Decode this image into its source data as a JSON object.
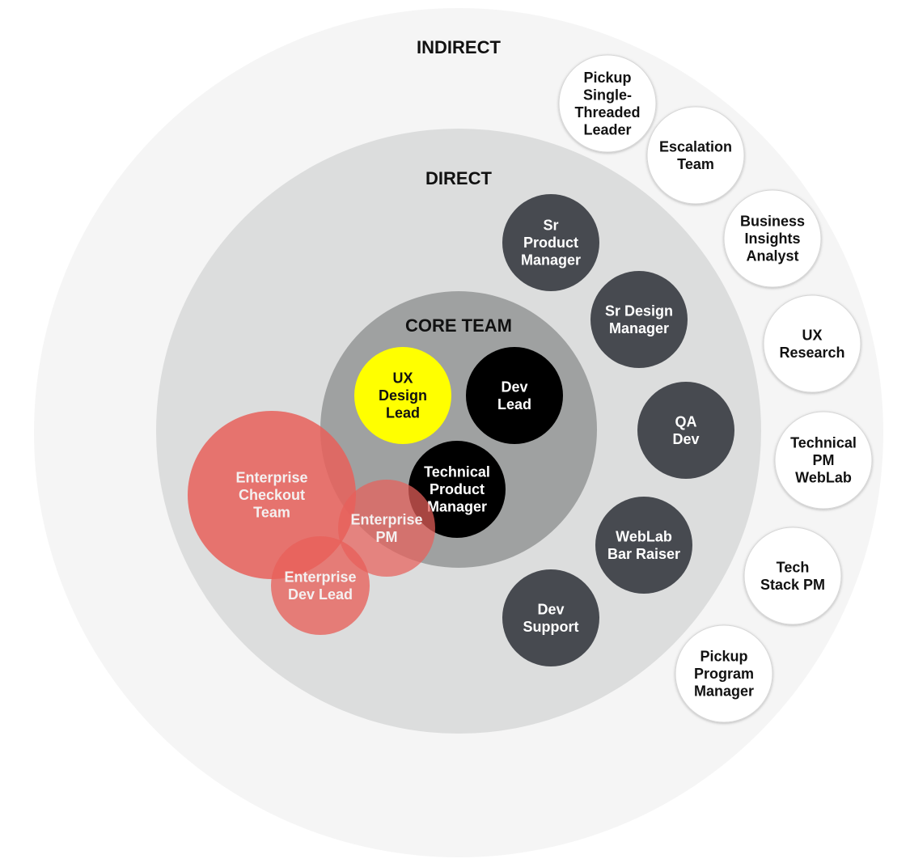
{
  "rings": {
    "indirect": {
      "label": "INDIRECT",
      "color": "#f5f5f5"
    },
    "direct": {
      "label": "DIRECT",
      "color": "#dcdddd"
    },
    "core": {
      "label": "CORE TEAM",
      "color": "#9fa1a1"
    }
  },
  "colors": {
    "white_node": "#ffffff",
    "slate_node": "#474a50",
    "black_node": "#000000",
    "yellow_node": "#ffff00",
    "red_node": "#e8605a"
  },
  "nodes": {
    "pickup_single_threaded_leader": {
      "label": "Pickup\nSingle-\nThreaded\nLeader"
    },
    "escalation_team": {
      "label": "Escalation\nTeam"
    },
    "business_insights_analyst": {
      "label": "Business\nInsights\nAnalyst"
    },
    "ux_research": {
      "label": "UX\nResearch"
    },
    "technical_pm_weblab": {
      "label": "Technical\nPM\nWebLab"
    },
    "tech_stack_pm": {
      "label": "Tech\nStack PM"
    },
    "pickup_program_manager": {
      "label": "Pickup\nProgram\nManager"
    },
    "sr_product_manager": {
      "label": "Sr\nProduct\nManager"
    },
    "sr_design_manager": {
      "label": "Sr Design\nManager"
    },
    "qa_dev": {
      "label": "QA\nDev"
    },
    "weblab_bar_raiser": {
      "label": "WebLab\nBar Raiser"
    },
    "dev_support": {
      "label": "Dev\nSupport"
    },
    "ux_design_lead": {
      "label": "UX\nDesign\nLead"
    },
    "dev_lead": {
      "label": "Dev\nLead"
    },
    "technical_product_manager": {
      "label": "Technical\nProduct\nManager"
    },
    "enterprise_checkout_team": {
      "label": "Enterprise\nCheckout\nTeam"
    },
    "enterprise_pm": {
      "label": "Enterprise\nPM"
    },
    "enterprise_dev_lead": {
      "label": "Enterprise\nDev Lead"
    }
  }
}
